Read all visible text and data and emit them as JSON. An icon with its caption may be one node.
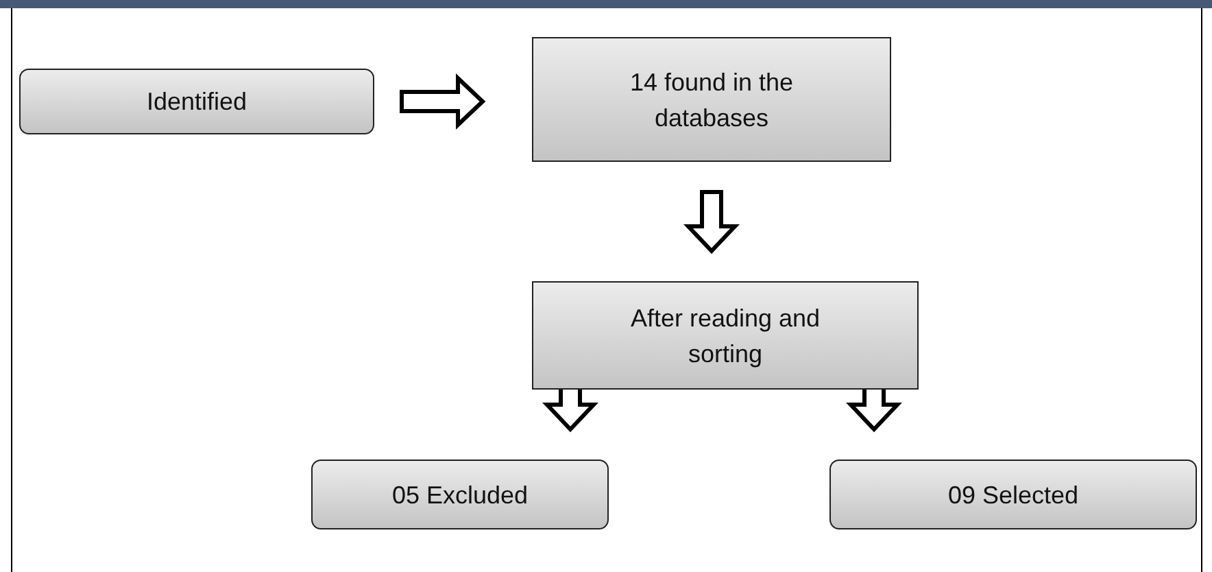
{
  "diagram": {
    "nodes": [
      {
        "text": [
          "Identified"
        ]
      },
      {
        "text": [
          "14 found in the databases"
        ]
      },
      {
        "text": [
          "After reading and sorting"
        ]
      },
      {
        "text": [
          "05 Excluded"
        ]
      },
      {
        "text": [
          "09 Selected"
        ]
      }
    ],
    "edges": [
      {
        "from": 0,
        "to": 1,
        "arrow": "to"
      },
      {
        "from": 1,
        "to": 2,
        "arrow": "to"
      },
      {
        "from": 2,
        "to": 3,
        "arrow": "to"
      },
      {
        "from": 2,
        "to": 4,
        "arrow": "to"
      }
    ]
  }
}
